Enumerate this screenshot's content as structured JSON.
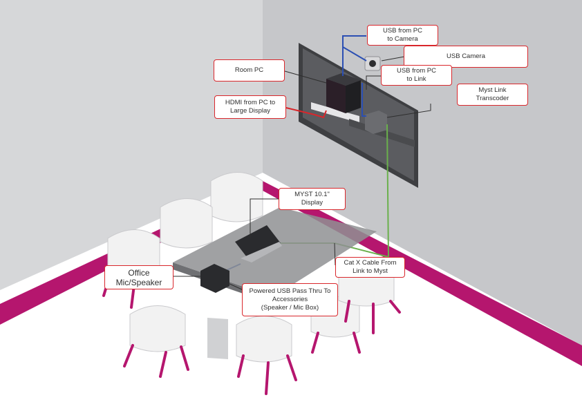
{
  "labels": {
    "usb_pc_camera": "USB from PC\nto Camera",
    "usb_camera": "USB Camera",
    "room_pc": "Room PC",
    "usb_pc_link": "USB from PC\nto Link",
    "myst_link": "Myst Link\nTranscoder",
    "hdmi": "HDMI from PC to\nLarge Display",
    "myst_display": "MYST 10.1\"\nDisplay",
    "office_mic": "Office\nMic/Speaker",
    "catx": "Cat X Cable From\nLink to Myst",
    "powered_usb": "Powered USB Pass Thru To\nAccessories\n(Speaker / Mic Box)"
  },
  "colors": {
    "wall_left": "#d6d7d9",
    "wall_back": "#c6c7ca",
    "floor": "#ffffff",
    "accent_trim": "#b5166e",
    "callout_border": "#d9262b",
    "cable_usb": "#2b4fb3",
    "cable_hdmi": "#d9262b",
    "cable_catx": "#6ab04c",
    "table": "#9a9b9e",
    "chair": "#f2f2f2"
  }
}
